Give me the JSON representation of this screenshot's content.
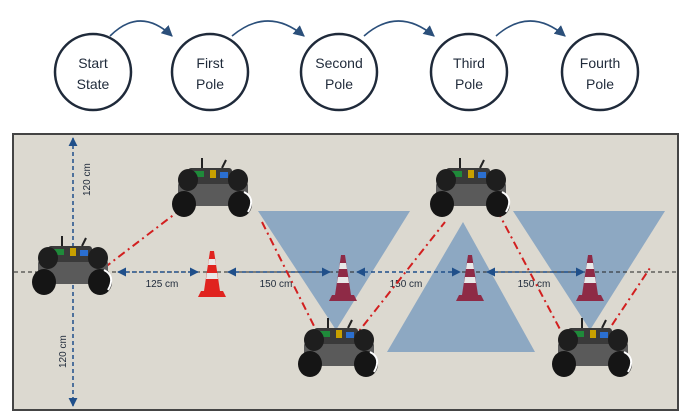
{
  "states": [
    {
      "line1": "Start",
      "line2": "State"
    },
    {
      "line1": "First",
      "line2": "Pole"
    },
    {
      "line1": "Second",
      "line2": "Pole"
    },
    {
      "line1": "Third",
      "line2": "Pole"
    },
    {
      "line1": "Fourth",
      "line2": "Pole"
    }
  ],
  "dimensions": {
    "d1": "125 cm",
    "d2": "150 cm",
    "d3": "150 cm",
    "d4": "150 cm",
    "v_top": "120 cm",
    "v_bottom": "120 cm"
  },
  "colors": {
    "arena": "#dcd9d0",
    "cone_first": "#e0231f",
    "cone_other": "#8e2a46",
    "zone": "#7f9fbf",
    "path": "#d21f1f",
    "dimension": "#1f4f8a",
    "state_border": "#1f2a3a",
    "arrow": "#2b4f7a"
  },
  "icons": [
    "robot-car-icon",
    "traffic-cone-icon"
  ]
}
